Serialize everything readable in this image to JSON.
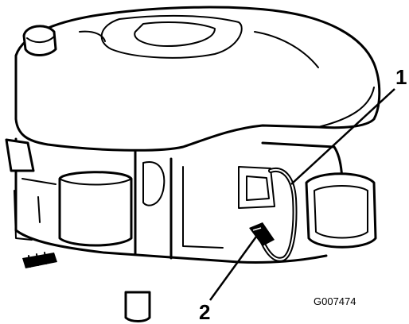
{
  "figure": {
    "callouts": [
      {
        "label": "1"
      },
      {
        "label": "2"
      }
    ],
    "figure_id": "G007474"
  }
}
